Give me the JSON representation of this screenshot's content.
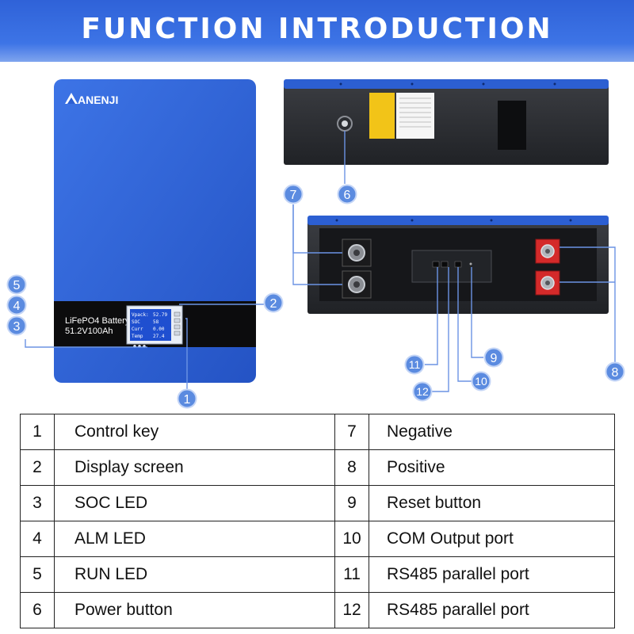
{
  "header": {
    "title": "FUNCTION INTRODUCTION"
  },
  "battery": {
    "logo": "ANENJI",
    "model": "LiFePO4 Battery",
    "spec": "51.2V100Ah",
    "lcd": [
      {
        "k": "Vpack:",
        "v": "52.79"
      },
      {
        "k": "SOC",
        "v": "58"
      },
      {
        "k": "Curr",
        "v": "0.00"
      },
      {
        "k": "Temp",
        "v": "27.4"
      }
    ]
  },
  "callouts": [
    "1",
    "2",
    "3",
    "4",
    "5",
    "6",
    "7",
    "8",
    "9",
    "10",
    "11",
    "12"
  ],
  "colors": {
    "accent": "#2f62d8",
    "battery_blue": "#2c5fd2",
    "callout": "#5b8be0",
    "terminal_red": "#d42a2a"
  },
  "table": {
    "rows": [
      {
        "n1": "1",
        "l1": "Control key",
        "n2": "7",
        "l2": "Negative"
      },
      {
        "n1": "2",
        "l1": "Display screen",
        "n2": "8",
        "l2": "Positive"
      },
      {
        "n1": "3",
        "l1": "SOC LED",
        "n2": "9",
        "l2": "Reset button"
      },
      {
        "n1": "4",
        "l1": "ALM LED",
        "n2": "10",
        "l2": "COM Output port"
      },
      {
        "n1": "5",
        "l1": "RUN LED",
        "n2": "11",
        "l2": "RS485 parallel port"
      },
      {
        "n1": "6",
        "l1": "Power button",
        "n2": "12",
        "l2": "RS485 parallel port"
      }
    ]
  }
}
